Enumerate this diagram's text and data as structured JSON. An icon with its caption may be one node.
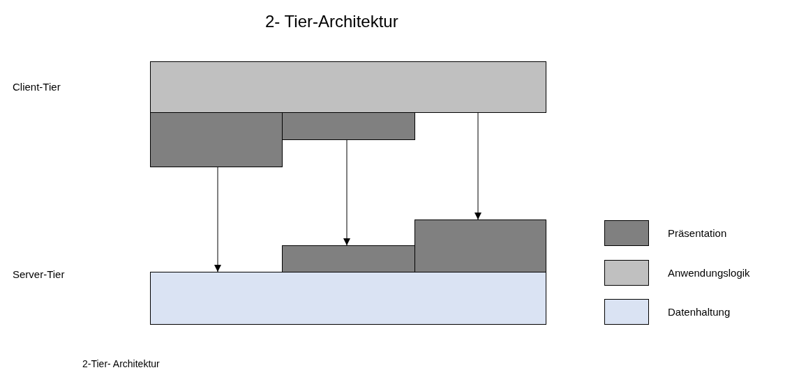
{
  "diagram": {
    "title": "2- Tier-Architektur",
    "caption": "2-Tier- Architektur",
    "nodes": [
      {
        "text": [],
        "shape": "box"
      },
      {
        "text": [],
        "shape": "box"
      },
      {
        "text": [],
        "shape": "box"
      },
      {
        "text": [],
        "shape": "box"
      },
      {
        "text": [],
        "shape": "box"
      },
      {
        "text": [],
        "shape": "box"
      }
    ],
    "edges": [
      {
        "from": 1,
        "to": 5,
        "arrow": "to"
      },
      {
        "from": 2,
        "to": 4,
        "arrow": "to"
      },
      {
        "from": 0,
        "to": 3,
        "arrow": "to"
      }
    ],
    "labels": [
      "Client-Tier",
      "Server-Tier"
    ],
    "legend": [
      {
        "text": "Präsentation",
        "color": "#808080"
      },
      {
        "text": "Anwendungslogik",
        "color": "#c0c0c0"
      },
      {
        "text": "Datenhaltung",
        "color": "#dae3f3"
      }
    ]
  }
}
